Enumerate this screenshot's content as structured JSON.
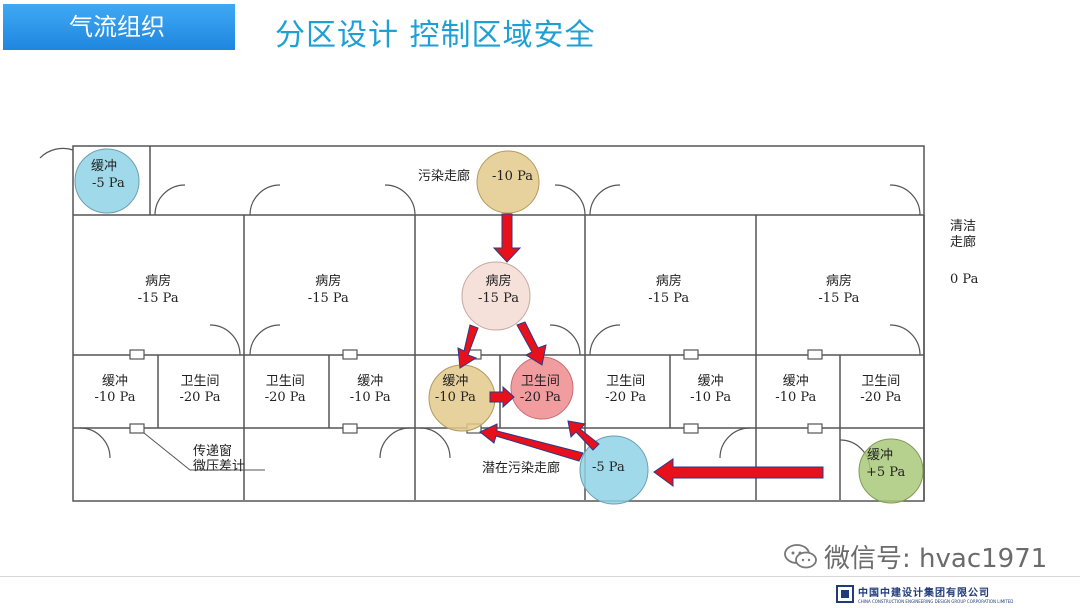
{
  "header": {
    "section_label": "气流组织",
    "title": "分区设计 控制区域安全"
  },
  "plan": {
    "dirty_corridor": {
      "label": "污染走廊",
      "pressure": "-10 Pa"
    },
    "clean_corridor": {
      "label_line1": "清洁",
      "label_line2": "走廊",
      "pressure": "0 Pa"
    },
    "potential_corridor": {
      "label": "潜在污染走廊",
      "pressure": "-5 Pa"
    },
    "entry_buffer": {
      "label": "缓冲",
      "pressure": "-5 Pa"
    },
    "exit_buffer": {
      "label": "缓冲",
      "pressure": "+5 Pa"
    },
    "pass_window": {
      "line1": "传递窗",
      "line2": "微压差计"
    },
    "wards": [
      {
        "ward": "病房",
        "ward_pressure": "-15 Pa",
        "left_name": "缓冲",
        "left_pressure": "-10 Pa",
        "right_name": "卫生间",
        "right_pressure": "-20 Pa"
      },
      {
        "ward": "病房",
        "ward_pressure": "-15 Pa",
        "left_name": "卫生间",
        "left_pressure": "-20 Pa",
        "right_name": "缓冲",
        "right_pressure": "-10 Pa"
      },
      {
        "ward": "病房",
        "ward_pressure": "-15 Pa",
        "left_name": "缓冲",
        "left_pressure": "-10 Pa",
        "right_name": "卫生间",
        "right_pressure": "-20 Pa"
      },
      {
        "ward": "病房",
        "ward_pressure": "-15 Pa",
        "left_name": "卫生间",
        "left_pressure": "-20 Pa",
        "right_name": "缓冲",
        "right_pressure": "-10 Pa"
      },
      {
        "ward": "病房",
        "ward_pressure": "-15 Pa",
        "left_name": "缓冲",
        "left_pressure": "-10 Pa",
        "right_name": "卫生间",
        "right_pressure": "-20 Pa"
      }
    ]
  },
  "colors": {
    "arrow": "#e8101a",
    "circle_blue": "#8fd4e6",
    "circle_tan": "#e3c98b",
    "circle_pink": "#f5ddd6",
    "circle_red": "#ef8c8f",
    "circle_green": "#a9c97a"
  },
  "watermark": {
    "text": "微信号: hvac1971"
  },
  "footer": {
    "company_cn": "中国中建设计集团有限公司",
    "company_en": "CHINA CONSTRUCTION ENGINEERING DESIGN GROUP CORPORATION LIMITED"
  }
}
